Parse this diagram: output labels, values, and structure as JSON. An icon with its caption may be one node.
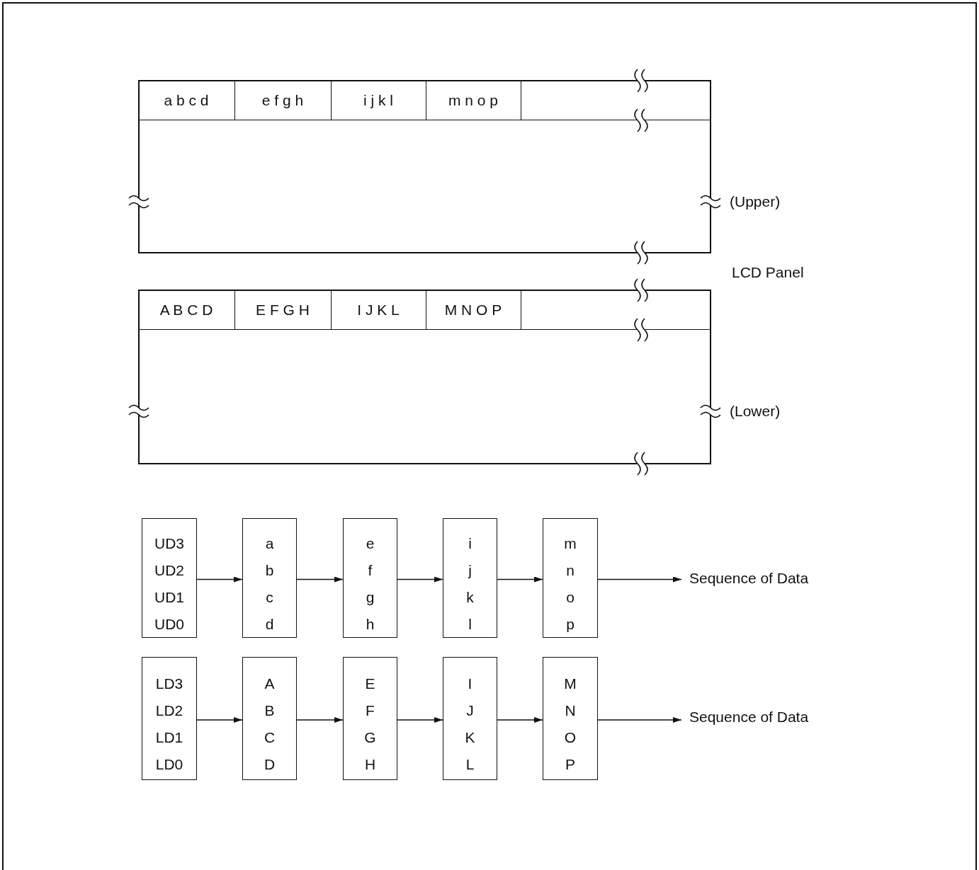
{
  "diagram": {
    "nodes": [
      {
        "text": [],
        "shape": "box",
        "beside": [
          "(Upper)"
        ]
      },
      {
        "text": [
          "a b c d"
        ],
        "in": 0
      },
      {
        "text": [
          "e f g h"
        ],
        "in": 0
      },
      {
        "text": [
          "i j k l"
        ],
        "in": 0
      },
      {
        "text": [
          "m n o p"
        ],
        "in": 0
      },
      {
        "text": [],
        "shape": "box",
        "in": 0
      },
      {
        "text": [],
        "shape": "box",
        "beside": [
          "(Lower)"
        ]
      },
      {
        "text": [
          "A B C D"
        ],
        "in": 6
      },
      {
        "text": [
          "E F G H"
        ],
        "in": 6
      },
      {
        "text": [
          "I J K L"
        ],
        "in": 6
      },
      {
        "text": [
          "M N O P"
        ],
        "in": 6
      },
      {
        "text": [],
        "shape": "box",
        "in": 6
      },
      {
        "text": [
          "UD3",
          "UD2",
          "UD1",
          "UD0"
        ]
      },
      {
        "text": [
          "a",
          "b",
          "c",
          "d"
        ]
      },
      {
        "text": [
          "e",
          "f",
          "g",
          "h"
        ]
      },
      {
        "text": [
          "i",
          "j",
          "k",
          "l"
        ]
      },
      {
        "text": [
          "m",
          "n",
          "o",
          "p"
        ]
      },
      {
        "text": [
          "Sequence of Data"
        ]
      },
      {
        "text": [
          "LD3",
          "LD2",
          "LD1",
          "LD0"
        ]
      },
      {
        "text": [
          "A",
          "B",
          "C",
          "D"
        ]
      },
      {
        "text": [
          "E",
          "F",
          "G",
          "H"
        ]
      },
      {
        "text": [
          "I",
          "J",
          "K",
          "L"
        ]
      },
      {
        "text": [
          "M",
          "N",
          "O",
          "P"
        ]
      },
      {
        "text": [
          "Sequence of Data"
        ]
      }
    ],
    "edges": [
      {
        "from": 12,
        "to": 13,
        "arrow": "to"
      },
      {
        "from": 13,
        "to": 14,
        "arrow": "to"
      },
      {
        "from": 14,
        "to": 15,
        "arrow": "to"
      },
      {
        "from": 15,
        "to": 16,
        "arrow": "to"
      },
      {
        "from": 16,
        "to": 17,
        "arrow": "to"
      },
      {
        "from": 18,
        "to": 19,
        "arrow": "to"
      },
      {
        "from": 19,
        "to": 20,
        "arrow": "to"
      },
      {
        "from": 20,
        "to": 21,
        "arrow": "to"
      },
      {
        "from": 21,
        "to": 22,
        "arrow": "to"
      },
      {
        "from": 22,
        "to": 23,
        "arrow": "to"
      }
    ],
    "labels": [
      "LCD Panel"
    ]
  }
}
